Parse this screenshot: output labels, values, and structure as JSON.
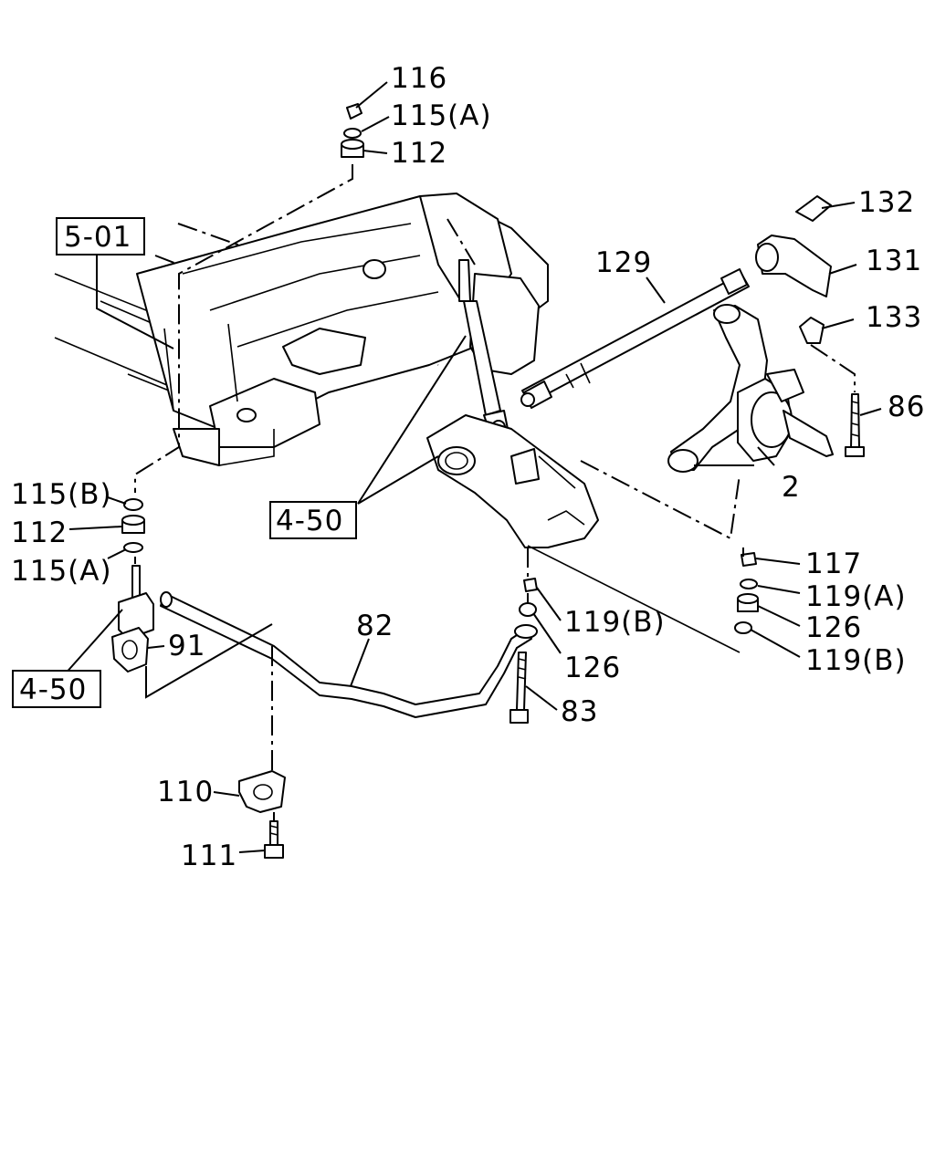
{
  "labels": {
    "l116": "116",
    "l115a_top": "115(A)",
    "l112_top": "112",
    "l132": "132",
    "l129": "129",
    "l131": "131",
    "l133": "133",
    "l86": "86",
    "l2": "2",
    "l115b": "115(B)",
    "l112_left": "112",
    "l115a_left": "115(A)",
    "l117": "117",
    "l119a": "119(A)",
    "l126_right": "126",
    "l119b_right": "119(B)",
    "l82": "82",
    "l119b_mid": "119(B)",
    "l91": "91",
    "l126_mid": "126",
    "l83": "83",
    "l110": "110",
    "l111": "111"
  },
  "refs": {
    "r501": "5-01",
    "r450_mid": "4-50",
    "r450_left": "4-50"
  }
}
